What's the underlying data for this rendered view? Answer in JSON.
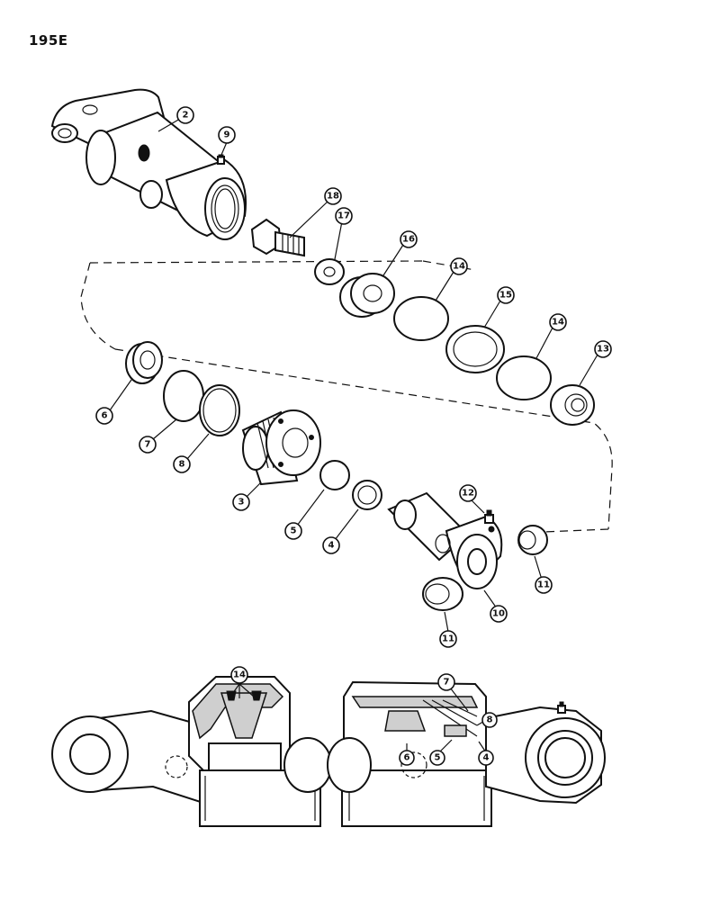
{
  "page_code": "195E",
  "callouts": {
    "c2": "2",
    "c9": "9",
    "c18": "18",
    "c17": "17",
    "c16": "16",
    "c14a": "14",
    "c15": "15",
    "c14b": "14",
    "c13": "13",
    "c6": "6",
    "c7": "7",
    "c8": "8",
    "c3": "3",
    "c5": "5",
    "c4": "4",
    "c12": "12",
    "c11a": "11",
    "c10": "10",
    "c11b": "11",
    "sec14": "14",
    "sec7": "7",
    "sec8": "8",
    "sec6": "6",
    "sec5": "5",
    "sec4": "4"
  }
}
